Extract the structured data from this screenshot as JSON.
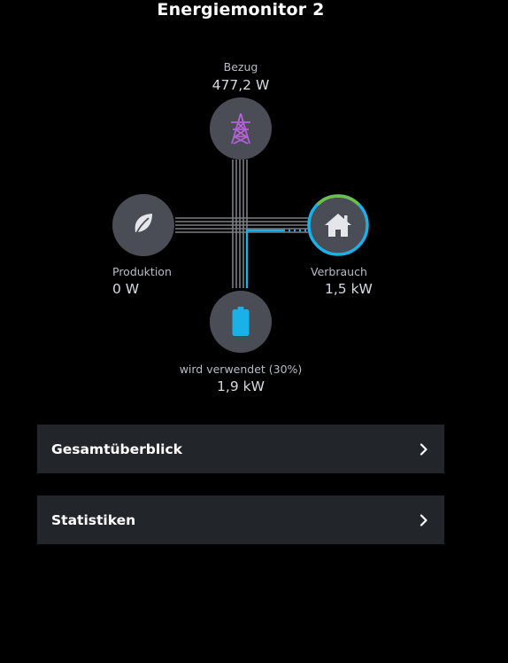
{
  "header": {
    "title": "Energiemonitor 2"
  },
  "nodes": {
    "grid": {
      "label": "Bezug",
      "value": "477,2 W",
      "icon": "power-tower-icon"
    },
    "production": {
      "label": "Produktion",
      "value": "0 W",
      "icon": "leaf-icon"
    },
    "consumption": {
      "label": "Verbrauch",
      "value": "1,5 kW",
      "icon": "house-icon"
    },
    "battery": {
      "label": "wird verwendet (30%)",
      "value": "1,9 kW",
      "icon": "battery-icon",
      "level": 0.3
    }
  },
  "colors": {
    "grid_icon": "#b561d6",
    "battery_icon": "#1ab1e8",
    "flow_active": "#1ab1e8",
    "ring_green": "#6cc04a",
    "ring_blue": "#1ab1e8"
  },
  "menu": [
    {
      "label": "Gesamtüberblick"
    },
    {
      "label": "Statistiken"
    }
  ]
}
